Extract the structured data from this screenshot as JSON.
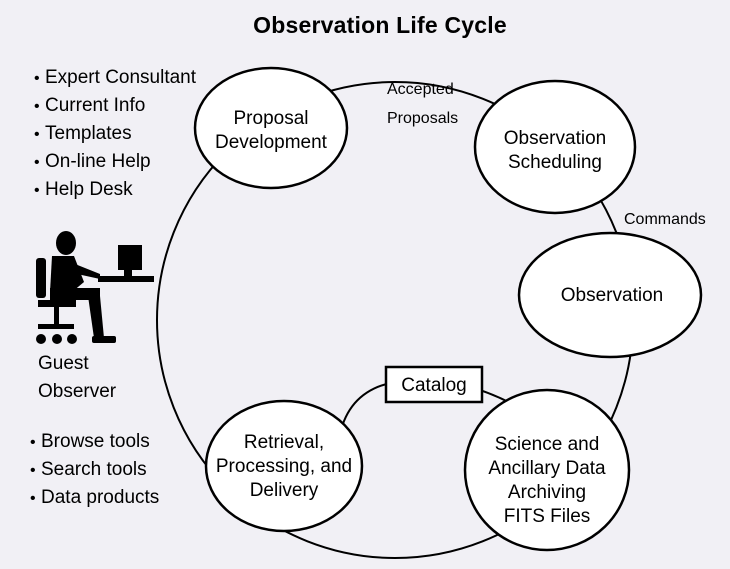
{
  "title": "Observation Life Cycle",
  "support_items": [
    "Expert Consultant",
    "Current Info",
    "Templates",
    "On-line Help",
    "Help Desk"
  ],
  "archive_tools": [
    "Browse tools",
    "Search tools",
    "Data products"
  ],
  "guest_observer": {
    "icon": "person-at-computer-icon",
    "label_lines": [
      "Guest",
      "Observer"
    ]
  },
  "nodes": {
    "proposal": [
      "Proposal",
      "Development"
    ],
    "scheduling": [
      "Observation",
      "Scheduling"
    ],
    "observation": [
      "Observation"
    ],
    "archiving": [
      "Science and",
      "Ancillary Data",
      "Archiving",
      "FITS Files"
    ],
    "retrieval": [
      "Retrieval,",
      "Processing, and",
      "Delivery"
    ]
  },
  "catalog_label": "Catalog",
  "edge_labels": {
    "accepted_proposals": [
      "Accepted",
      "Proposals"
    ],
    "commands": "Commands"
  },
  "colors": {
    "background": "#f1f0f5",
    "node_fill": "#ffffff",
    "stroke": "#000000"
  }
}
